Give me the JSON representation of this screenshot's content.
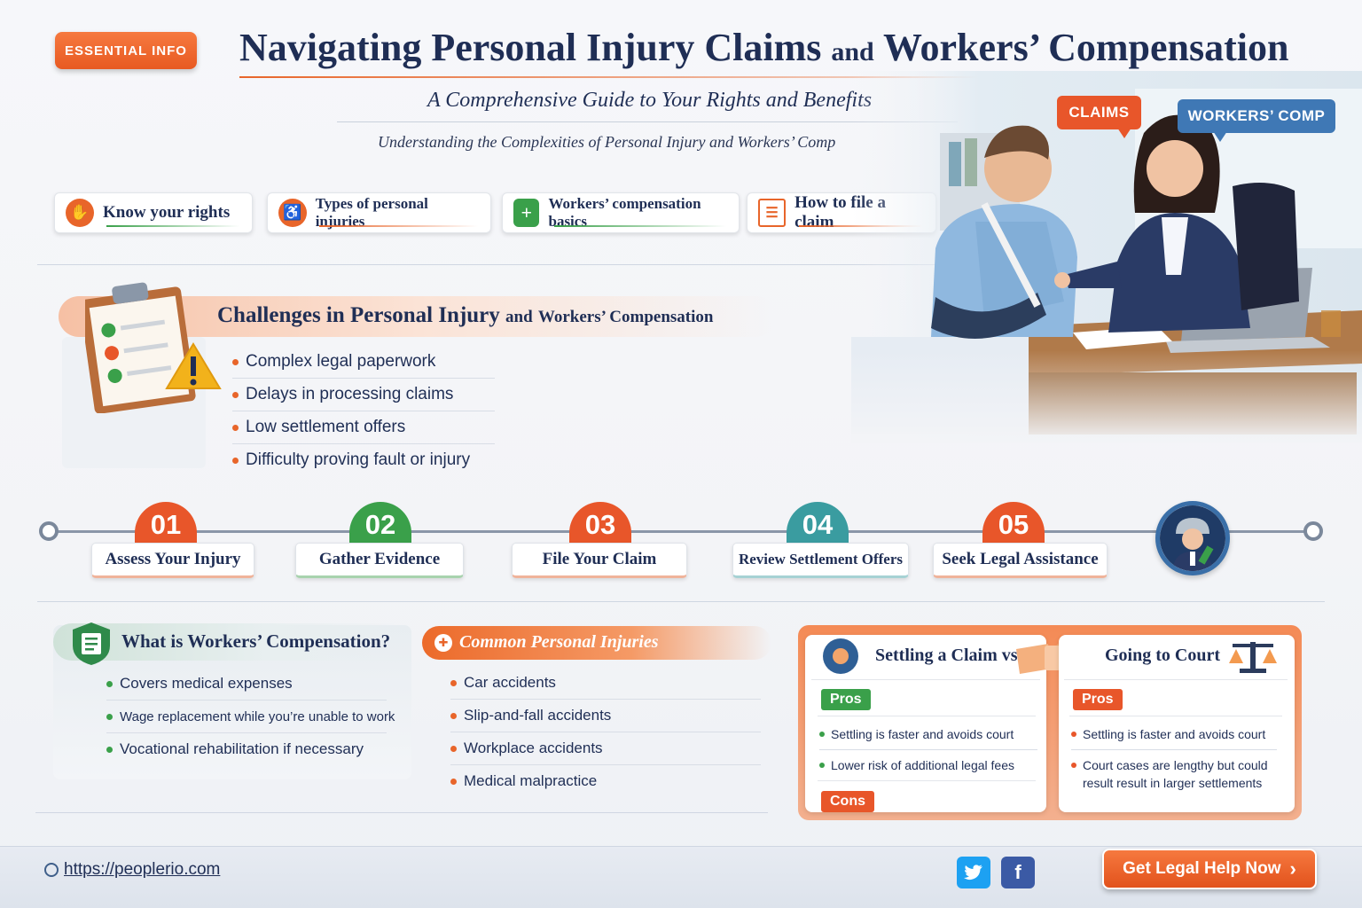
{
  "header": {
    "badge": "ESSENTIAL INFO",
    "title_a": "Navigating Personal Injury Claims",
    "title_and": "and",
    "title_b": "Workers’ Compensation",
    "subtitle": "A Comprehensive Guide to Your Rights and Benefits",
    "subtitle2": "Understanding the Complexities of Personal Injury and Workers’ Comp"
  },
  "tabs": [
    {
      "label": "Know your rights",
      "icon": "hand-icon",
      "color": "#e8652a"
    },
    {
      "label": "Types of personal injuries",
      "icon": "wheelchair-icon",
      "color": "#e8652a"
    },
    {
      "label": "Workers’ compensation basics",
      "icon": "medical-cross-icon",
      "color": "#3aa04a"
    },
    {
      "label": "How to file a claim",
      "icon": "clipboard-icon",
      "color": "#e8652a"
    }
  ],
  "illustration": {
    "bubble_claims": "CLAIMS",
    "bubble_workers": "WORKERS’ COMP"
  },
  "challenges": {
    "title_a": "Challenges in Personal Injury",
    "title_and": "and",
    "title_b": "Workers’ Compensation",
    "items": [
      "Complex legal paperwork",
      "Delays in processing claims",
      "Low settlement offers",
      "Difficulty proving fault or injury"
    ]
  },
  "steps": [
    {
      "num": "01",
      "label": "Assess Your Injury",
      "color": "#e8562a"
    },
    {
      "num": "02",
      "label": "Gather Evidence",
      "color": "#3aa04a"
    },
    {
      "num": "03",
      "label": "File Your Claim",
      "color": "#e8562a"
    },
    {
      "num": "04",
      "label": "Review Settlement Offers",
      "color": "#3a9ca0"
    },
    {
      "num": "05",
      "label": "Seek Legal Assistance",
      "color": "#e8562a"
    }
  ],
  "workers_comp": {
    "title": "What is Workers’ Compensation?",
    "items": [
      "Covers medical expenses",
      "Wage replacement while you’re unable to work",
      "Vocational rehabilitation if necessary"
    ]
  },
  "common_injuries": {
    "title": "Common Personal Injuries",
    "items": [
      "Car accidents",
      "Slip-and-fall accidents",
      "Workplace accidents",
      "Medical malpractice"
    ]
  },
  "settling": {
    "title": "Settling a Claim vs.",
    "pros_label": "Pros",
    "pros": [
      "Settling is faster and avoids court",
      "Lower risk of additional legal fees"
    ],
    "cons_label": "Cons"
  },
  "court": {
    "title": "Going to Court",
    "pros_label": "Pros",
    "pros": [
      "Settling is faster and avoids court",
      "Court cases are lengthy but could result result in larger settlements"
    ]
  },
  "footer": {
    "url": "https://peoplerio.com",
    "twitter": "twitter-icon",
    "facebook": "f",
    "cta": "Get Legal Help Now"
  }
}
